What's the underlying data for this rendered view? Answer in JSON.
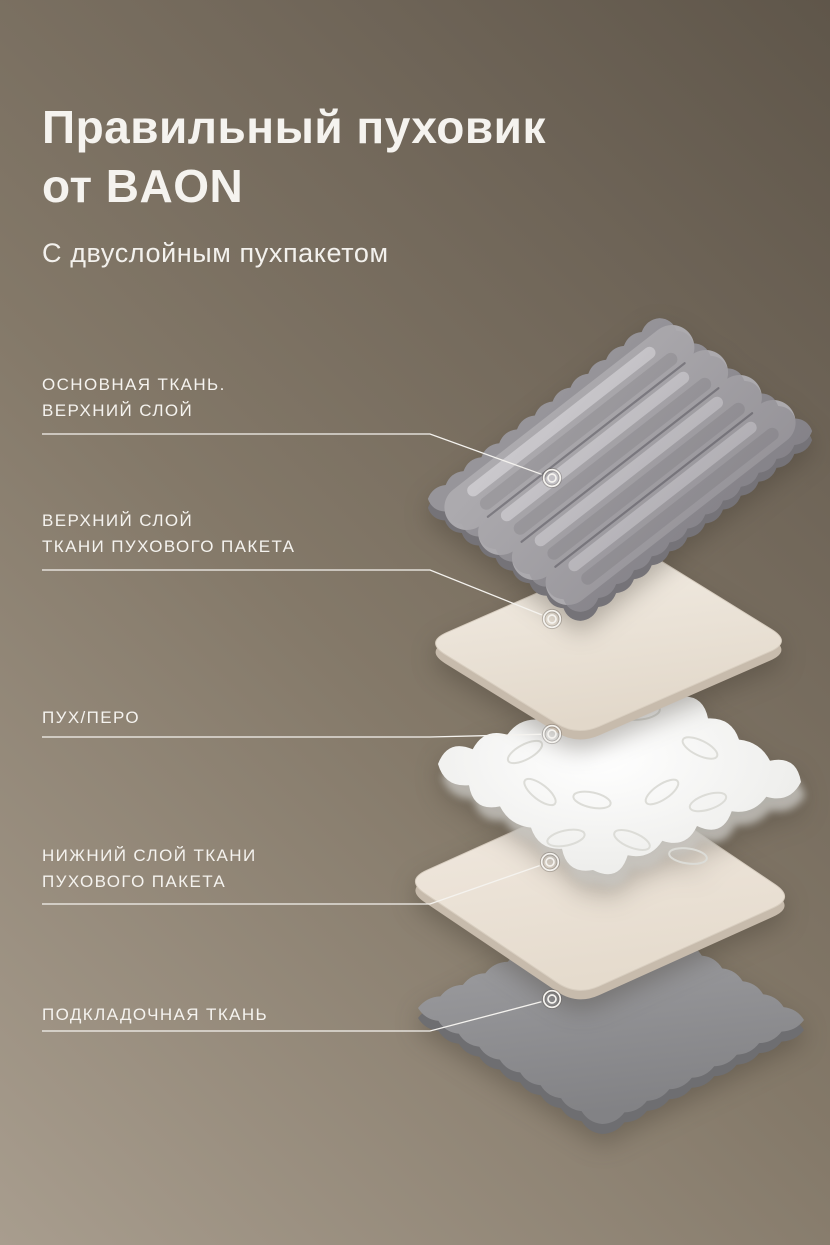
{
  "title": {
    "line1": "Правильный пуховик",
    "line2": "от BAON"
  },
  "subtitle": "С двуслойным пухпакетом",
  "labels": [
    {
      "line1": "ОСНОВНАЯ ТКАНЬ.",
      "line2": "ВЕРХНИЙ СЛОЙ"
    },
    {
      "line1": "ВЕРХНИЙ СЛОЙ",
      "line2": "ТКАНИ ПУХОВОГО ПАКЕТА"
    },
    {
      "line1": "ПУХ/ПЕРО",
      "line2": ""
    },
    {
      "line1": "НИЖНИЙ СЛОЙ ТКАНИ",
      "line2": "ПУХОВОГО ПАКЕТА"
    },
    {
      "line1": "ПОДКЛАДОЧНАЯ ТКАНЬ",
      "line2": ""
    }
  ],
  "colors": {
    "background_dark": "#675d50",
    "background_light": "#a89d8e",
    "text": "#f5f3ef",
    "outer_fabric_gray": "#acaaae",
    "downpack_fabric_cream": "#eee6db",
    "down_white": "#f7f7f5",
    "lining_gray": "#96969a"
  }
}
